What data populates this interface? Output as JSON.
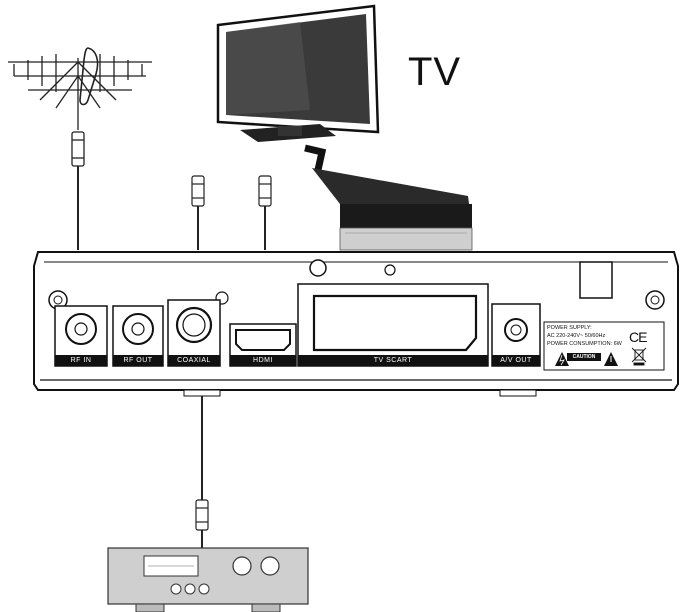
{
  "tv_label": "TV",
  "ports": {
    "rf_in": "RF IN",
    "rf_out": "RF OUT",
    "coaxial": "COAXIAL",
    "hdmi": "HDMI",
    "tv_scart": "TV SCART",
    "av_out": "A/V OUT"
  },
  "power_info": {
    "line1": "POWER SUPPLY:",
    "line2": "AC 220-240V~ 50/60Hz",
    "line3": "POWER CONSUMPTION: 6W"
  },
  "caution_label": "CAUTION",
  "ce_mark": "CE",
  "icons": [
    "antenna-icon",
    "tv-icon",
    "scart-plug-icon",
    "hdmi-plug-icon",
    "coaxial-plug-icon",
    "rf-plug-icon",
    "amplifier-icon",
    "weee-bin-icon",
    "warning-icon",
    "lightning-warning-icon"
  ]
}
